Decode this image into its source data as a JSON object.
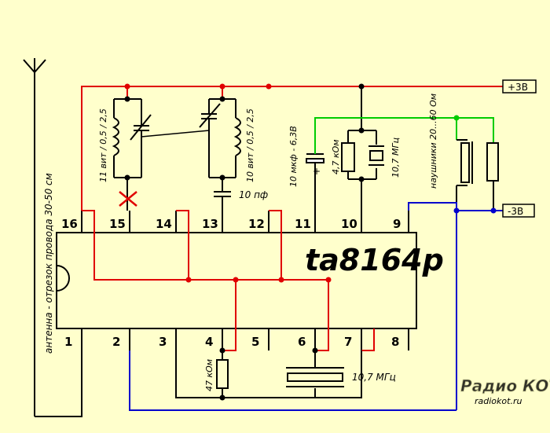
{
  "chip": {
    "name": "ta8164p",
    "pins_top": [
      "16",
      "15",
      "14",
      "13",
      "12",
      "11",
      "10",
      "9"
    ],
    "pins_bottom": [
      "1",
      "2",
      "3",
      "4",
      "5",
      "6",
      "7",
      "8"
    ]
  },
  "power": {
    "plus": "+3В",
    "minus": "-3В"
  },
  "labels": {
    "antenna": "антенна - отрезок провода 30-50 см",
    "coil1": "11 вит / 0,5 / 2,5",
    "coil2": "10 вит / 0,5 / 2,5",
    "cap10pf": "10 пф",
    "cap10mkf": "10 мкф - 6,3В",
    "res4k7": "4,7 кОм",
    "xtal_top": "10,7 МГц",
    "headphones": "наушники 20...60 Ом",
    "res47k": "47 кОм",
    "xtal_bottom": "10,7 МГц"
  },
  "colors": {
    "background": "#ffffcc",
    "wire_black": "#000000",
    "wire_red": "#e00000",
    "wire_green": "#00cc00",
    "wire_blue": "#0000cc"
  },
  "watermark": {
    "brand": "Радио КОТ",
    "site": "radiokot.ru"
  }
}
